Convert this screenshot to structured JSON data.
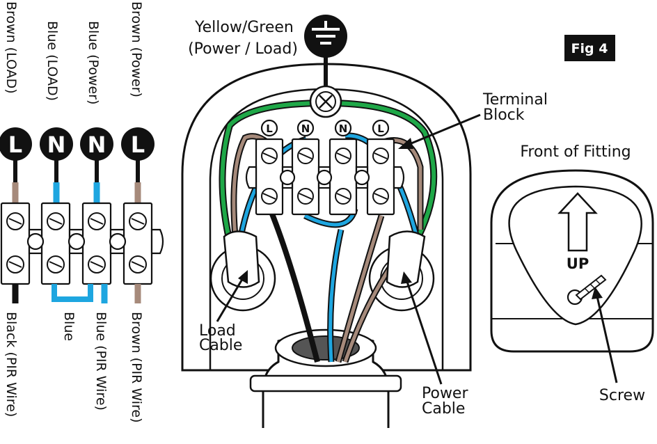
{
  "figure_label": "Fig 4",
  "left_connector": {
    "top_labels": [
      "Brown (LOAD)",
      "Blue (LOAD)",
      "Blue (Power)",
      "Brown (Power)"
    ],
    "terminal_letters": [
      "L",
      "N",
      "N",
      "L"
    ],
    "bottom_labels": [
      "Black (PIR Wire)",
      "Blue",
      "Blue (PIR Wire)",
      "Brown (PIR Wire)"
    ]
  },
  "main_fitting": {
    "earth_label_line1": "Yellow/Green",
    "earth_label_line2": "(Power / Load)",
    "terminal_block_line1": "Terminal",
    "terminal_block_line2": "Block",
    "terminal_letters": [
      "L",
      "N",
      "N",
      "L"
    ],
    "load_cable_line1": "Load",
    "load_cable_line2": "Cable",
    "power_cable_line1": "Power",
    "power_cable_line2": "Cable"
  },
  "front_view": {
    "title": "Front of Fitting",
    "up_label": "UP",
    "screw_label": "Screw"
  },
  "colors": {
    "brown": "#a68a7b",
    "blue": "#1ea6e0",
    "green": "#1fa848",
    "black": "#111111"
  }
}
